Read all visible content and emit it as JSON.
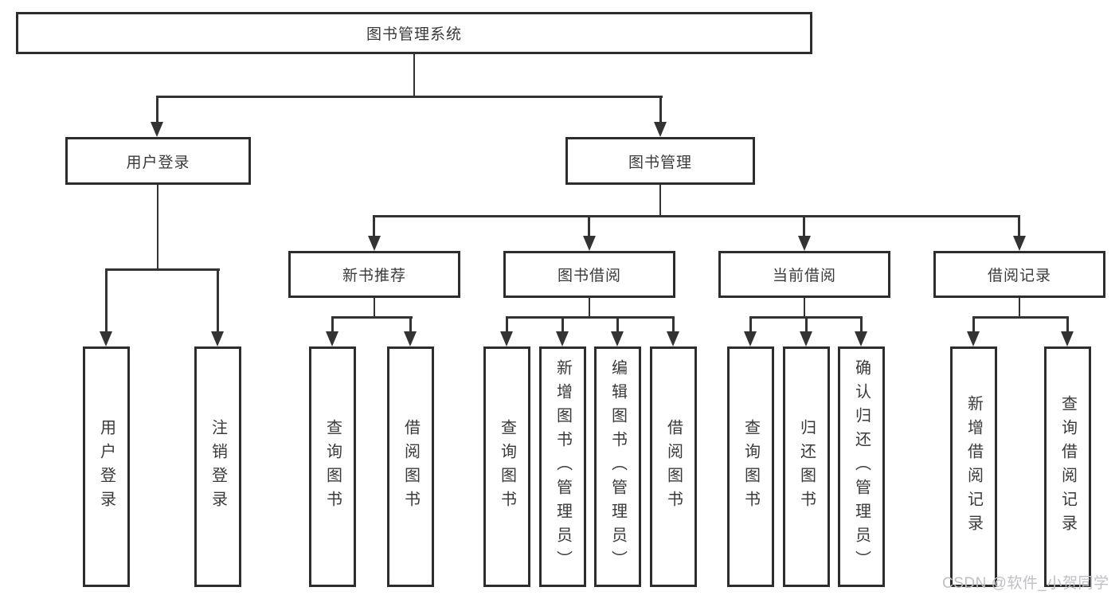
{
  "diagram": {
    "root": "图书管理系统",
    "level2": [
      "用户登录",
      "图书管理"
    ],
    "level3": [
      "新书推荐",
      "图书借阅",
      "当前借阅",
      "借阅记录"
    ],
    "leaves": [
      "用户登录",
      "注销登录",
      "查询图书",
      "借阅图书",
      "查询图书",
      "新增图书（管理员）",
      "编辑图书（管理员）",
      "借阅图书",
      "查询图书",
      "归还图书",
      "确认归还（管理员）",
      "新增借阅记录",
      "查询借阅记录"
    ],
    "hierarchy": {
      "图书管理系统": {
        "用户登录": [
          "用户登录",
          "注销登录"
        ],
        "图书管理": {
          "新书推荐": [
            "查询图书",
            "借阅图书"
          ],
          "图书借阅": [
            "查询图书",
            "新增图书（管理员）",
            "编辑图书（管理员）",
            "借阅图书"
          ],
          "当前借阅": [
            "查询图书",
            "归还图书",
            "确认归还（管理员）"
          ],
          "借阅记录": [
            "新增借阅记录",
            "查询借阅记录"
          ]
        }
      }
    },
    "colors": {
      "box_border": "#2d2d2d",
      "connector": "#333333",
      "text": "#3a3a3a",
      "watermark_text": "#c0c0c4",
      "background": "#ffffff"
    }
  },
  "watermark": "CSDN @软件_小贺同学"
}
